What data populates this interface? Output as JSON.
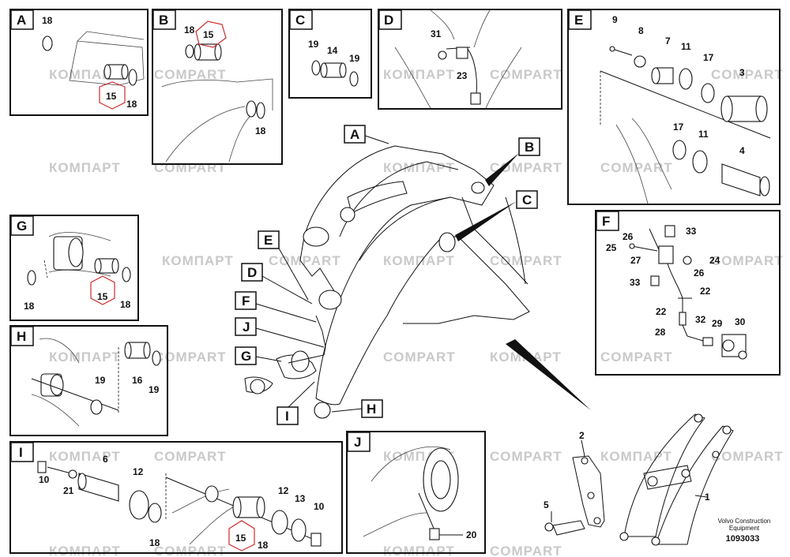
{
  "watermarks": {
    "ru": "КОМПАРТ",
    "en": "COMPART"
  },
  "footer": {
    "brand_line1": "Volvo Construction",
    "brand_line2": "Equipment",
    "drawing_number": "1093033"
  },
  "panels": {
    "A": {
      "letter": "A",
      "labels": [
        "18",
        "15",
        "18"
      ]
    },
    "B": {
      "letter": "B",
      "labels": [
        "18",
        "15",
        "18"
      ]
    },
    "C": {
      "letter": "C",
      "labels": [
        "19",
        "14",
        "19"
      ]
    },
    "D": {
      "letter": "D",
      "labels": [
        "31",
        "23"
      ]
    },
    "E": {
      "letter": "E",
      "labels": [
        "9",
        "8",
        "7",
        "11",
        "17",
        "3",
        "17",
        "11",
        "4"
      ]
    },
    "F": {
      "letter": "F",
      "labels": [
        "26",
        "33",
        "25",
        "27",
        "24",
        "33",
        "26",
        "22",
        "22",
        "32",
        "29",
        "30",
        "28"
      ]
    },
    "G": {
      "letter": "G",
      "labels": [
        "18",
        "15",
        "18"
      ]
    },
    "H": {
      "letter": "H",
      "labels": [
        "19",
        "16",
        "19"
      ]
    },
    "I": {
      "letter": "I",
      "labels": [
        "10",
        "21",
        "6",
        "12",
        "18",
        "12",
        "13",
        "10",
        "15",
        "18"
      ]
    },
    "J": {
      "letter": "J",
      "labels": [
        "20"
      ]
    }
  },
  "main_callouts": [
    "A",
    "B",
    "C",
    "E",
    "D",
    "F",
    "J",
    "G",
    "I",
    "H"
  ],
  "overview_labels": [
    "2",
    "5",
    "1"
  ],
  "colors": {
    "outline": "#111111",
    "highlight_hex": "#d12a2a",
    "watermark": "#c9c9c9"
  }
}
